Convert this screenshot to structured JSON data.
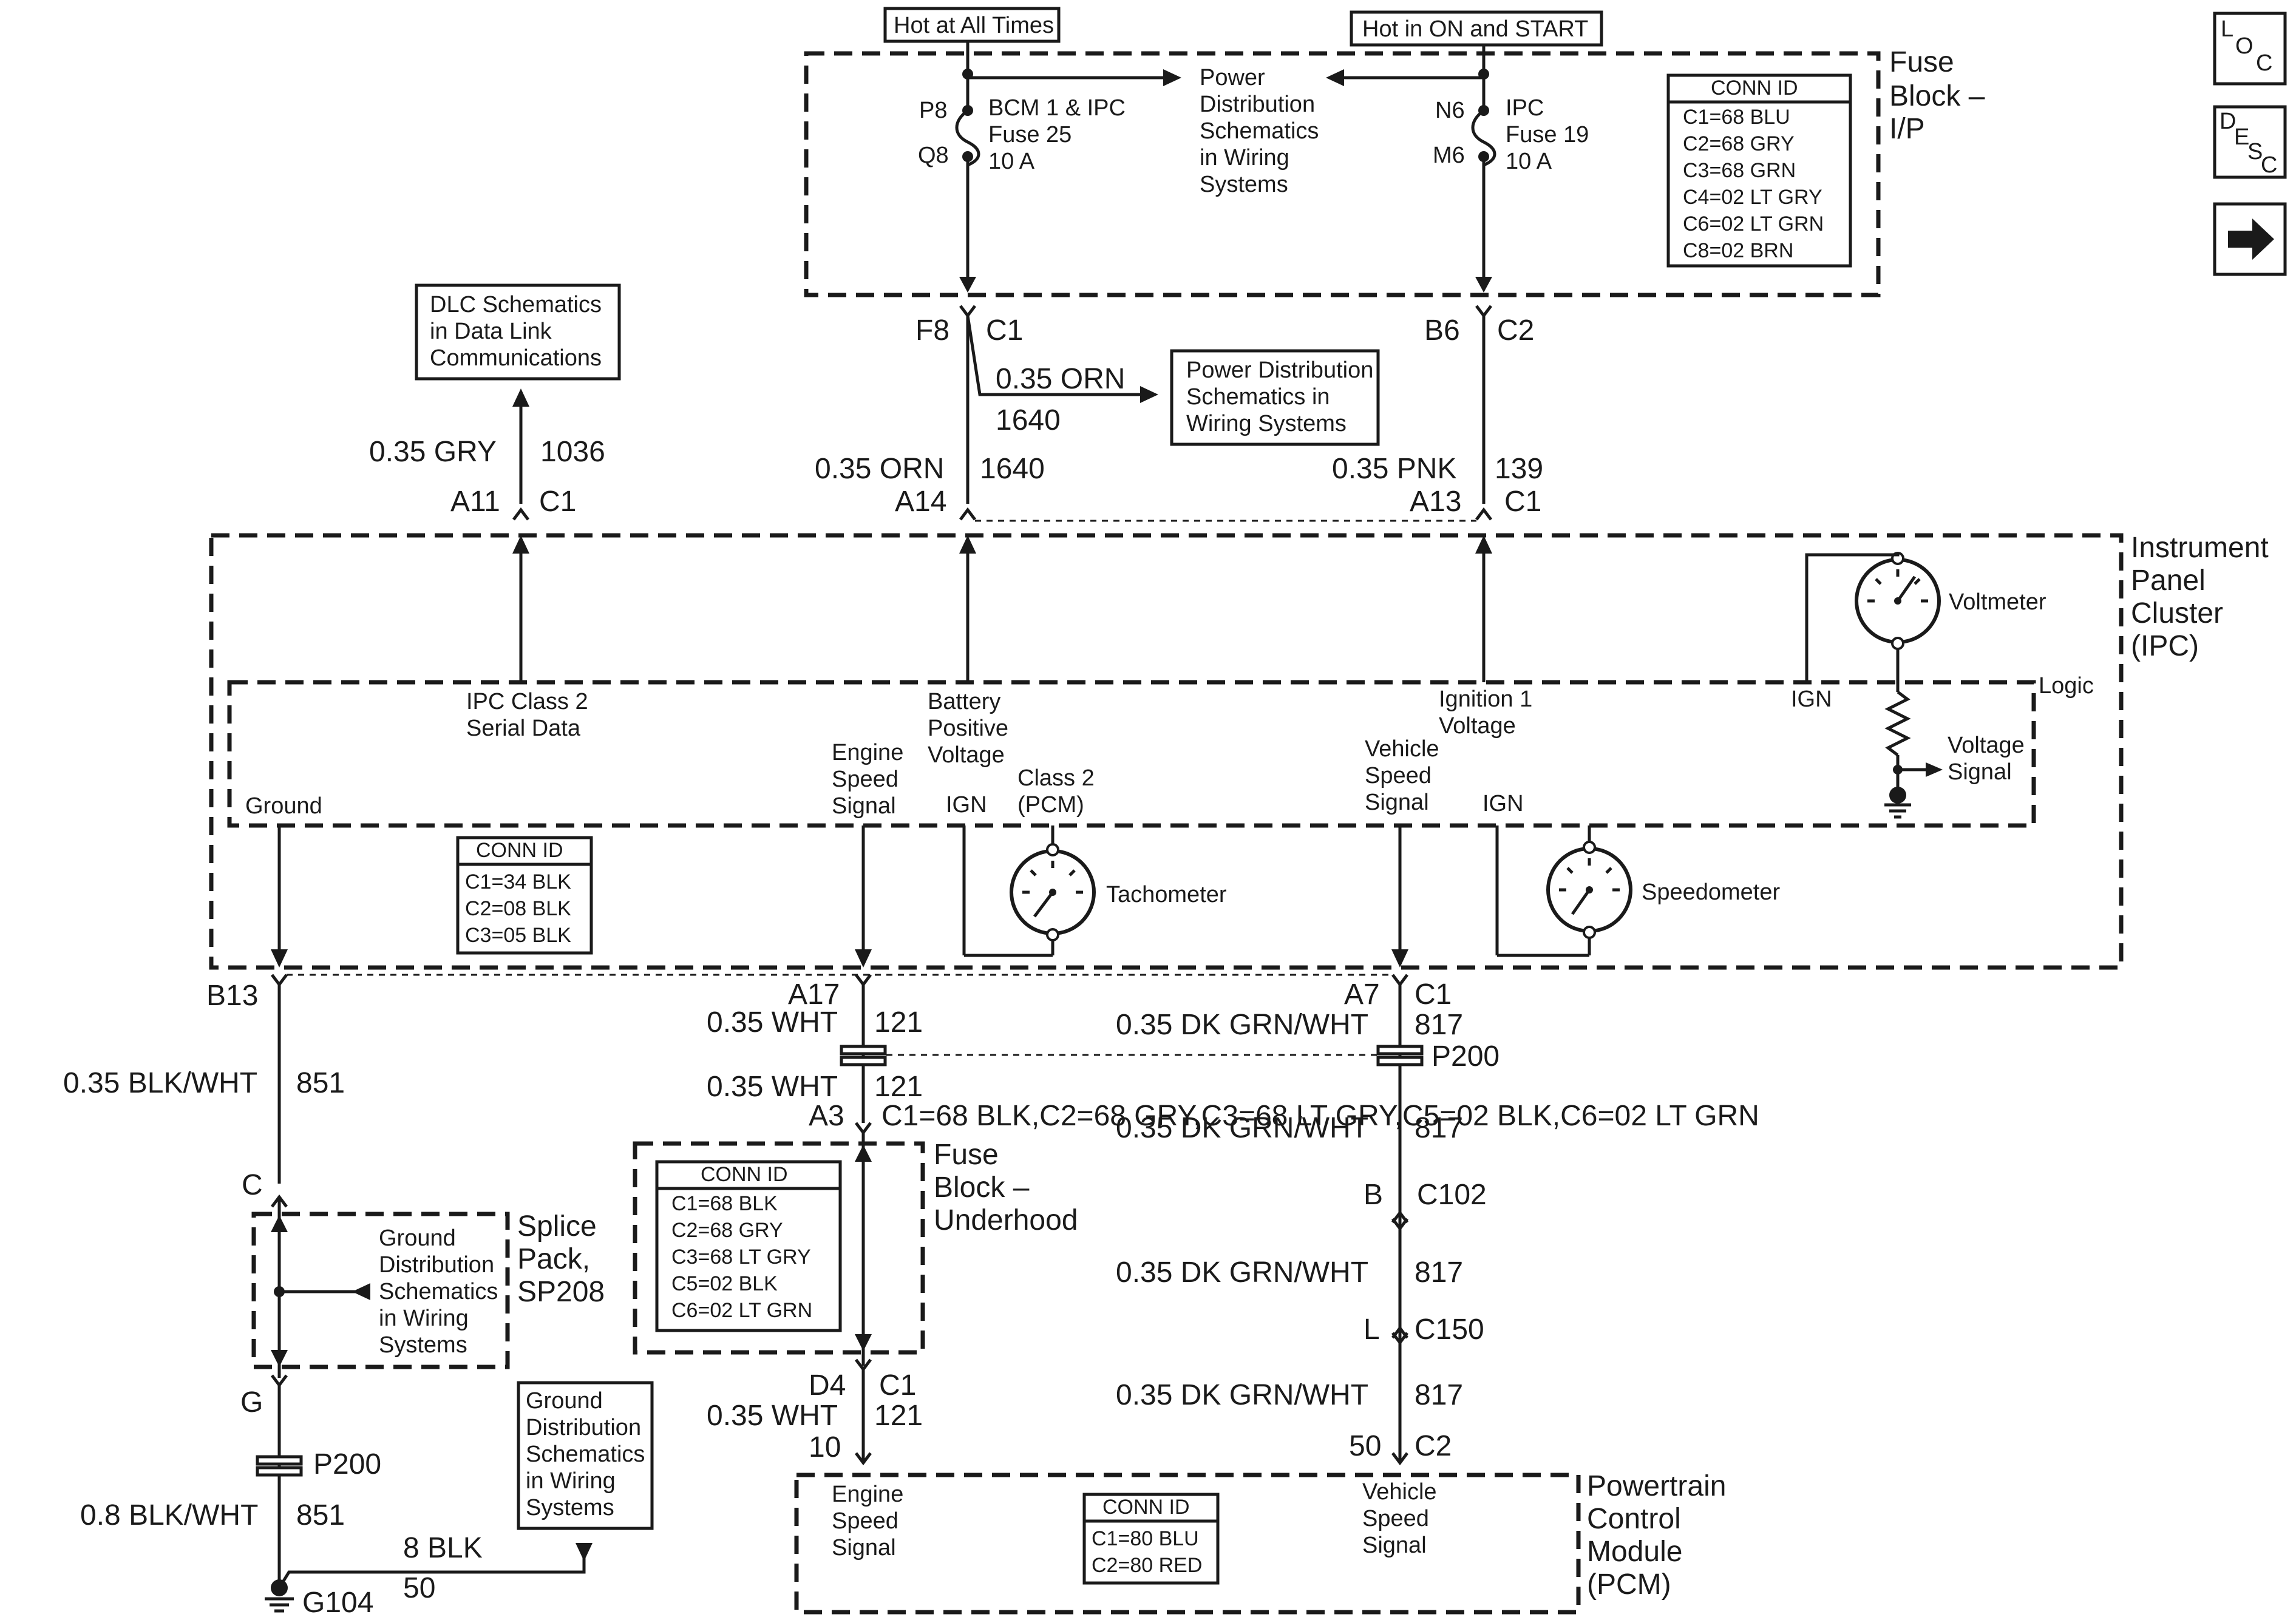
{
  "nav": {
    "loc": "LOC",
    "desc": "DESC"
  },
  "sources": {
    "hot_all_times": "Hot at All Times",
    "hot_on_start": "Hot in ON and START"
  },
  "fuse_block_ip": {
    "title_1": "Fuse",
    "title_2": "Block –",
    "title_3": "I/P",
    "fuse25": {
      "pin_in": "P8",
      "pin_out": "Q8",
      "name_1": "BCM 1 & IPC",
      "name_2": "Fuse 25",
      "rating": "10 A"
    },
    "fuse19": {
      "pin_in": "N6",
      "pin_out": "M6",
      "name_1": "IPC",
      "name_2": "Fuse 19",
      "rating": "10 A"
    },
    "power_ref": [
      "Power",
      "Distribution",
      "Schematics",
      "in Wiring",
      "Systems"
    ],
    "conn_title": "CONN ID",
    "conn": [
      "C1=68 BLU",
      "C2=68 GRY",
      "C3=68 GRN",
      "C4=02 LT GRY",
      "C6=02 LT GRN",
      "C8=02 BRN"
    ],
    "out_left": {
      "pin": "F8",
      "conn": "C1"
    },
    "out_right": {
      "pin": "B6",
      "conn": "C2"
    }
  },
  "dlc_ref": [
    "DLC Schematics",
    "in Data Link",
    "Communications"
  ],
  "pd_ref": [
    "Power Distribution",
    "Schematics in",
    "Wiring Systems"
  ],
  "wires": {
    "gry_1036": {
      "color": "0.35 GRY",
      "circuit": "1036"
    },
    "orn_1640_branch": {
      "color": "0.35 ORN",
      "circuit": "1640"
    },
    "orn_1640": {
      "color": "0.35 ORN",
      "circuit": "1640"
    },
    "pnk_139": {
      "color": "0.35 PNK",
      "circuit": "139"
    },
    "blkwht_851": {
      "color": "0.35 BLK/WHT",
      "circuit": "851"
    },
    "wht_121_a": {
      "color": "0.35 WHT",
      "circuit": "121"
    },
    "wht_121_b": {
      "color": "0.35 WHT",
      "circuit": "121"
    },
    "wht_121_c": {
      "color": "0.35 WHT",
      "circuit": "121"
    },
    "dkgrn_817_a": {
      "color": "0.35 DK GRN/WHT",
      "circuit": "817"
    },
    "dkgrn_817_b": {
      "color": "0.35 DK GRN/WHT",
      "circuit": "817"
    },
    "dkgrn_817_c": {
      "color": "0.35 DK GRN/WHT",
      "circuit": "817"
    },
    "dkgrn_817_d": {
      "color": "0.35 DK GRN/WHT",
      "circuit": "817"
    },
    "blkwht_851_b": {
      "color": "0.8 BLK/WHT",
      "circuit": "851"
    },
    "blk_50": {
      "color": "8 BLK",
      "circuit": "50"
    }
  },
  "ipc": {
    "title": [
      "Instrument",
      "Panel",
      "Cluster",
      "(IPC)"
    ],
    "logic": "Logic",
    "pins_top": [
      {
        "pin": "A11",
        "conn": "C1"
      },
      {
        "pin": "A14",
        "conn": ""
      },
      {
        "pin": "A13",
        "conn": "C1"
      }
    ],
    "class2": [
      "IPC Class 2",
      "Serial Data"
    ],
    "battery": [
      "Battery",
      "Positive",
      "Voltage"
    ],
    "ignition": [
      "Ignition 1",
      "Voltage"
    ],
    "voltmeter": "Voltmeter",
    "ign": "IGN",
    "voltage_signal": [
      "Voltage",
      "Signal"
    ],
    "ground": "Ground",
    "engine_speed": [
      "Engine",
      "Speed",
      "Signal"
    ],
    "class2_pcm": [
      "Class 2",
      "(PCM)"
    ],
    "tachometer": "Tachometer",
    "vehicle_speed": [
      "Vehicle",
      "Speed",
      "Signal"
    ],
    "speedometer": "Speedometer",
    "conn_title": "CONN ID",
    "conn": [
      "C1=34 BLK",
      "C2=08 BLK",
      "C3=05 BLK"
    ],
    "pins_bottom": {
      "b13": "B13",
      "a17": "A17",
      "a7": "A7",
      "c1": "C1"
    }
  },
  "p200_mid": "P200",
  "fuse_block_uh": {
    "pin": "A3",
    "conn": [
      "C1=68 BLK",
      "C2=68 GRY",
      "C3=68 LT GRY",
      "C5=02 BLK",
      "C6=02 LT GRN"
    ],
    "title": [
      "Fuse",
      "Block –",
      "Underhood"
    ],
    "conn_title": "CONN ID",
    "out_pin": "D4",
    "out_conn": "C1"
  },
  "c102": {
    "pin": "B",
    "conn": "C102"
  },
  "c150": {
    "pin": "L",
    "conn": "C150"
  },
  "splice": {
    "top_pin": "C",
    "bottom_pin": "G",
    "title": [
      "Splice",
      "Pack,",
      "SP208"
    ],
    "ref": [
      "Ground",
      "Distribution",
      "Schematics",
      "in Wiring",
      "Systems"
    ]
  },
  "p200_left": "P200",
  "ground_ref": [
    "Ground",
    "Distribution",
    "Schematics",
    "in Wiring",
    "Systems"
  ],
  "g104": "G104",
  "pcm": {
    "pin_left": "10",
    "pin_right": "50",
    "conn_right": "C2",
    "engine_speed": [
      "Engine",
      "Speed",
      "Signal"
    ],
    "vehicle_speed": [
      "Vehicle",
      "Speed",
      "Signal"
    ],
    "conn_title": "CONN ID",
    "conn": [
      "C1=80 BLU",
      "C2=80 RED"
    ],
    "title": [
      "Powertrain",
      "Control",
      "Module",
      "(PCM)"
    ]
  }
}
